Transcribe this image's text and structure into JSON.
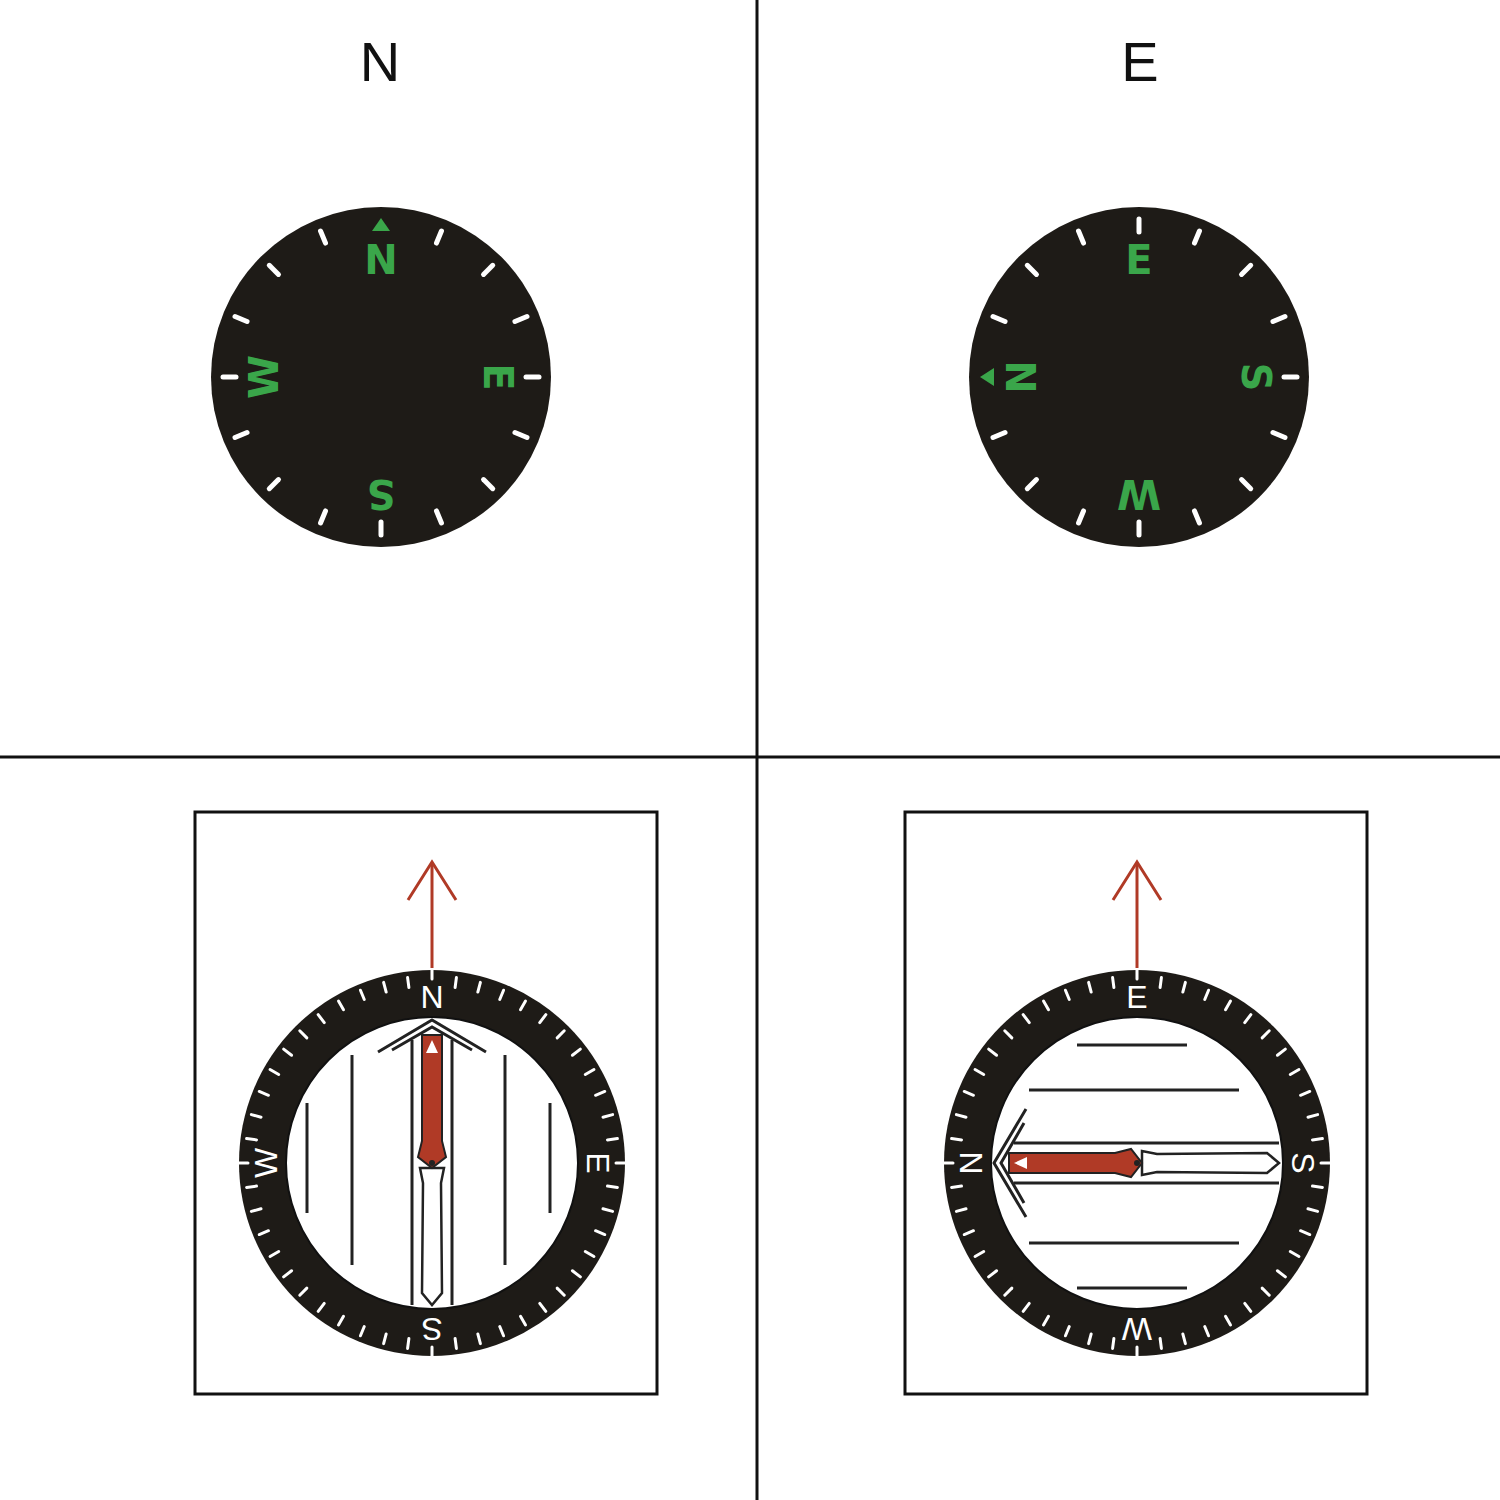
{
  "diagram": {
    "labels": [
      "N",
      "E",
      "N",
      "E",
      "S",
      "W",
      "E",
      "S",
      "W",
      "N",
      "N",
      "E",
      "S",
      "W",
      "E",
      "S",
      "W",
      "N"
    ]
  }
}
